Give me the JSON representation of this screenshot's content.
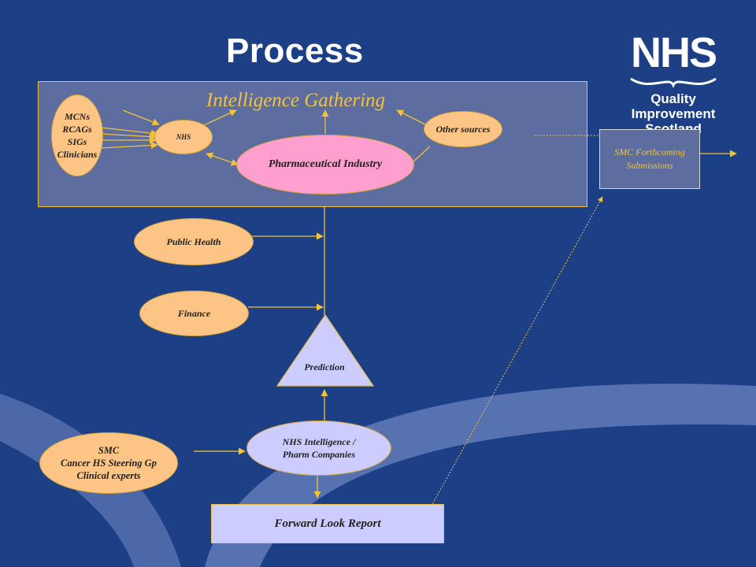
{
  "title": "Process",
  "panel": {
    "title": "Intelligence Gathering"
  },
  "nodes": {
    "stakeholders": [
      "MCNs",
      "RCAGs",
      "SIGs",
      "Clinicians"
    ],
    "nhs": "NHS",
    "pharma": "Pharmaceutical Industry",
    "other_sources": "Other sources",
    "smc_forthcoming": [
      "SMC Forthcoming",
      "Submissions"
    ],
    "public_health": "Public Health",
    "finance": "Finance",
    "prediction": "Prediction",
    "nhs_intel": [
      "NHS Intelligence /",
      "Pharm Companies"
    ],
    "smc_group": [
      "SMC",
      "Cancer HS Steering Gp",
      "Clinical experts"
    ],
    "forward_look": "Forward Look Report"
  },
  "logo": {
    "mark": "NHS",
    "lines": [
      "Quality",
      "Improvement",
      "Scotland"
    ]
  },
  "colors": {
    "background": "#1d3f86",
    "accent": "#f2c23a",
    "peach": "#fcc586",
    "pink": "#ff9fcf",
    "lavender": "#ccccff"
  }
}
